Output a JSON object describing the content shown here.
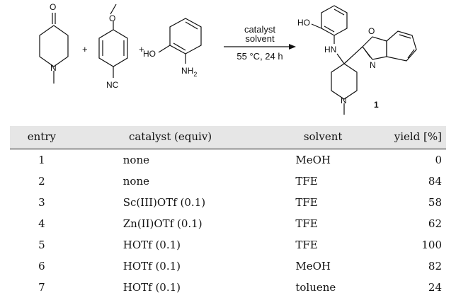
{
  "scheme": {
    "conditions_above": [
      "catalyst",
      "solvent"
    ],
    "conditions_below": "55 °C, 24 h",
    "plus": "+",
    "product_label": "1",
    "atoms": {
      "O": "O",
      "N": "N",
      "NC": "NC",
      "HO": "HO",
      "NH2": "NH",
      "NH2_sub": "2",
      "HN": "HN"
    }
  },
  "table": {
    "headers": [
      "entry",
      "catalyst (equiv)",
      "solvent",
      "yield [%]"
    ],
    "rows": [
      {
        "entry": "1",
        "catalyst": "none",
        "solvent": "MeOH",
        "yield": "0"
      },
      {
        "entry": "2",
        "catalyst": "none",
        "solvent": "TFE",
        "yield": "84"
      },
      {
        "entry": "3",
        "catalyst": "Sc(III)OTf (0.1)",
        "solvent": "TFE",
        "yield": "58"
      },
      {
        "entry": "4",
        "catalyst": "Zn(II)OTf (0.1)",
        "solvent": "TFE",
        "yield": "62"
      },
      {
        "entry": "5",
        "catalyst": "HOTf (0.1)",
        "solvent": "TFE",
        "yield": "100"
      },
      {
        "entry": "6",
        "catalyst": "HOTf (0.1)",
        "solvent": "MeOH",
        "yield": "82"
      },
      {
        "entry": "7",
        "catalyst": "HOTf (0.1)",
        "solvent": "toluene",
        "yield": "24"
      }
    ]
  }
}
